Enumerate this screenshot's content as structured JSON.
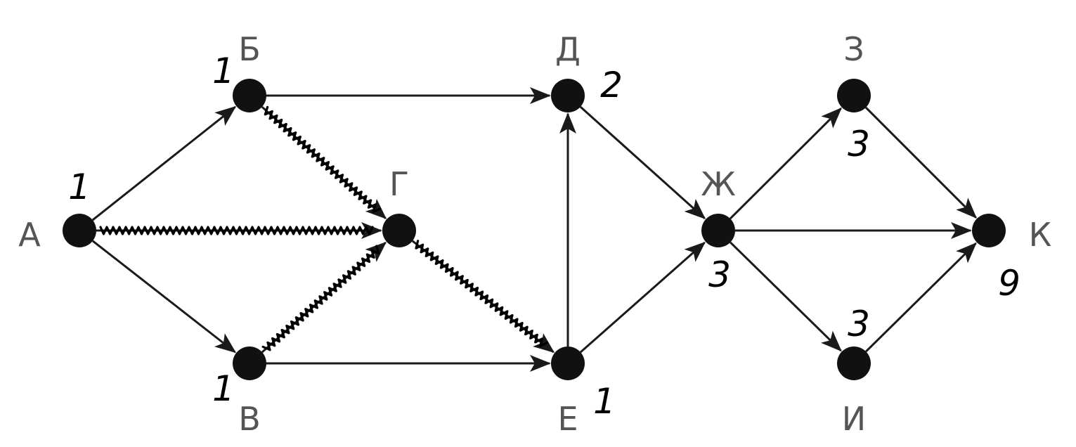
{
  "nodes": [
    {
      "id": "A",
      "label": "А",
      "count": "1"
    },
    {
      "id": "B",
      "label": "Б",
      "count": "1"
    },
    {
      "id": "V",
      "label": "В",
      "count": "1"
    },
    {
      "id": "G",
      "label": "Г",
      "count": ""
    },
    {
      "id": "D",
      "label": "Д",
      "count": "2"
    },
    {
      "id": "E",
      "label": "Е",
      "count": "1"
    },
    {
      "id": "Zh",
      "label": "Ж",
      "count": "3"
    },
    {
      "id": "Z",
      "label": "З",
      "count": "3"
    },
    {
      "id": "I",
      "label": "И",
      "count": "3"
    },
    {
      "id": "K",
      "label": "К",
      "count": "9"
    }
  ],
  "edges": [
    {
      "from": "A",
      "to": "B",
      "crossed": false
    },
    {
      "from": "A",
      "to": "V",
      "crossed": false
    },
    {
      "from": "A",
      "to": "G",
      "crossed": true
    },
    {
      "from": "B",
      "to": "D",
      "crossed": false
    },
    {
      "from": "B",
      "to": "G",
      "crossed": true
    },
    {
      "from": "V",
      "to": "G",
      "crossed": true
    },
    {
      "from": "V",
      "to": "E",
      "crossed": false
    },
    {
      "from": "G",
      "to": "E",
      "crossed": true
    },
    {
      "from": "E",
      "to": "D",
      "crossed": false
    },
    {
      "from": "E",
      "to": "Zh",
      "crossed": false
    },
    {
      "from": "D",
      "to": "Zh",
      "crossed": false
    },
    {
      "from": "Zh",
      "to": "Z",
      "crossed": false
    },
    {
      "from": "Zh",
      "to": "K",
      "crossed": false
    },
    {
      "from": "Zh",
      "to": "I",
      "crossed": false
    },
    {
      "from": "Z",
      "to": "K",
      "crossed": false
    },
    {
      "from": "I",
      "to": "K",
      "crossed": false
    }
  ]
}
